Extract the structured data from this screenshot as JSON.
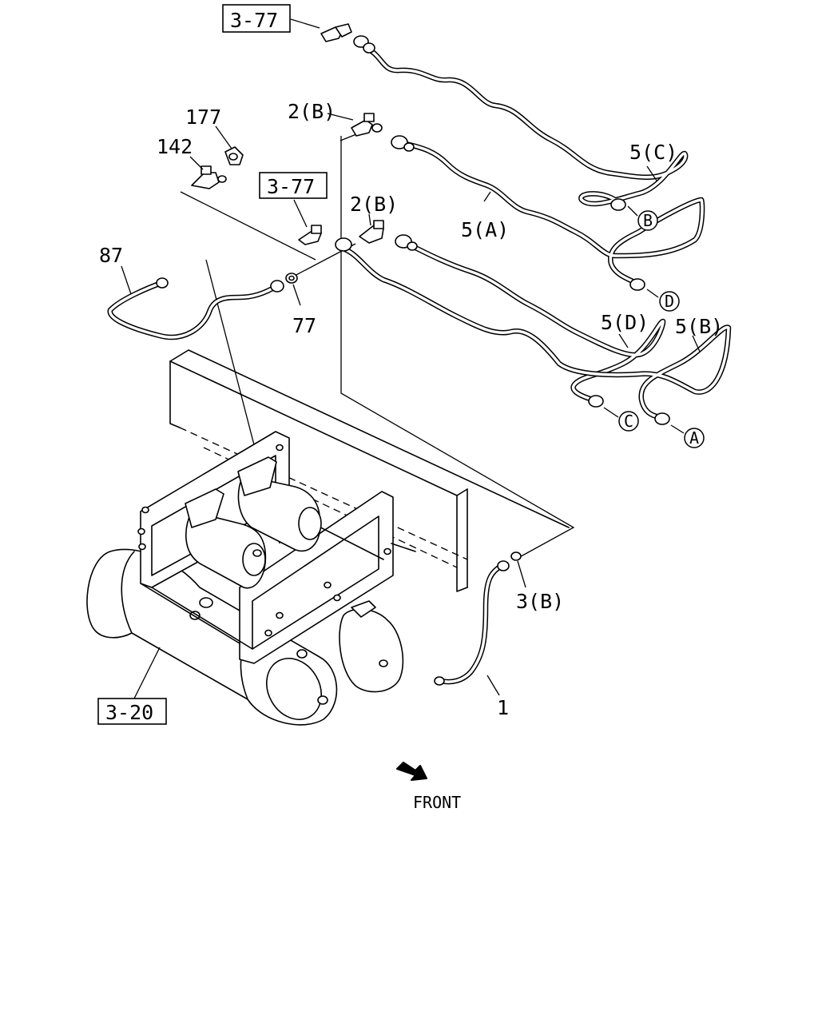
{
  "callouts": {
    "ref_top": "3-77",
    "ref_mid": "3-77",
    "ref_tank": "3-20",
    "p177": "177",
    "p142": "142",
    "p2b_top": "2(B)",
    "p2b_mid": "2(B)",
    "p5c": "5(C)",
    "p5a": "5(A)",
    "p5d": "5(D)",
    "p5b": "5(B)",
    "p87": "87",
    "p77": "77",
    "p3b": "3(B)",
    "p1": "1"
  },
  "connectors": {
    "A": "A",
    "B": "B",
    "C": "C",
    "D": "D"
  },
  "front": {
    "label": "FRONT"
  }
}
